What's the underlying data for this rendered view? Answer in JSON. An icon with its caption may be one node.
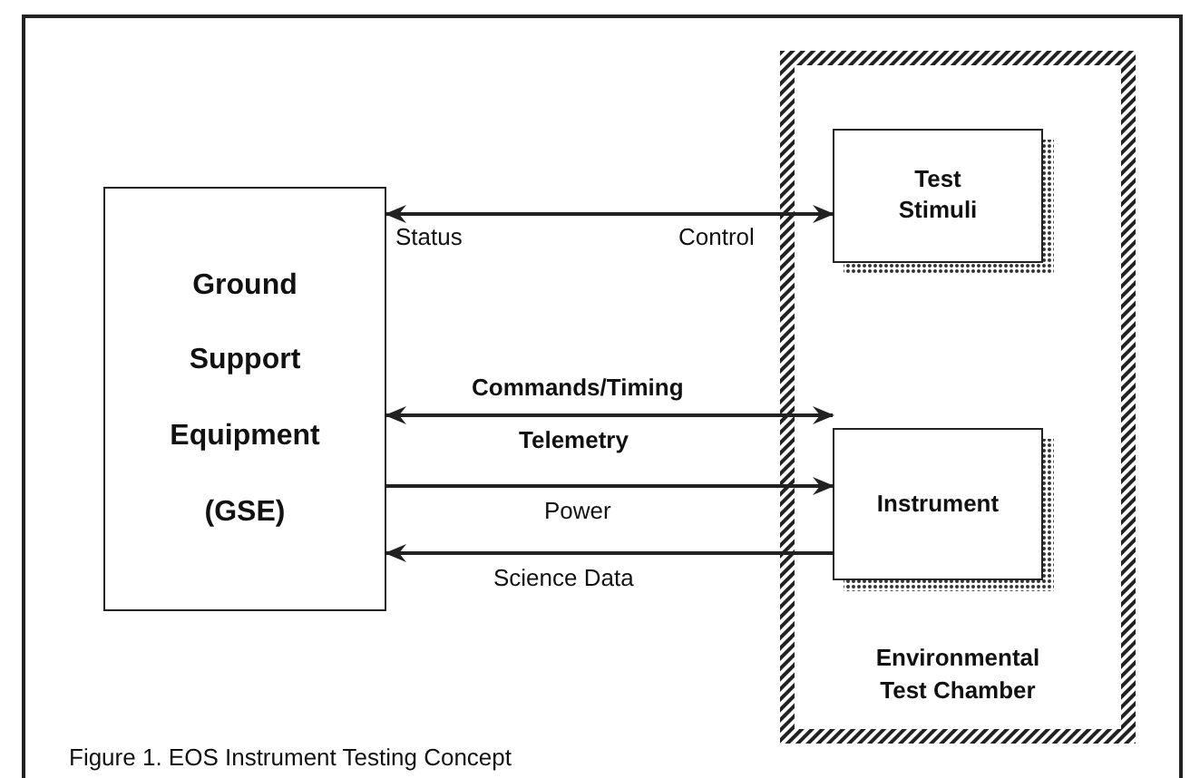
{
  "diagram": {
    "caption": "Figure 1. EOS Instrument Testing Concept",
    "nodes": [
      {
        "text": [
          "Ground Support Equipment (GSE)"
        ]
      },
      {
        "text": [
          "Environmental Test Chamber"
        ]
      },
      {
        "text": [
          "Test Stimuli"
        ],
        "in": 1
      },
      {
        "text": [
          "Instrument"
        ],
        "in": 1
      }
    ],
    "edges": [
      {
        "from": 0,
        "to": 2,
        "arrow": "both",
        "label": "Status"
      },
      {
        "from": 0,
        "to": 3,
        "arrow": "both",
        "label": "Commands/Timing"
      },
      {
        "from": 0,
        "to": 3,
        "arrow": "to",
        "label": "Power"
      },
      {
        "from": 3,
        "to": 0,
        "arrow": "to",
        "label": "Science Data"
      }
    ],
    "labels": [
      "Control",
      "Telemetry"
    ]
  }
}
